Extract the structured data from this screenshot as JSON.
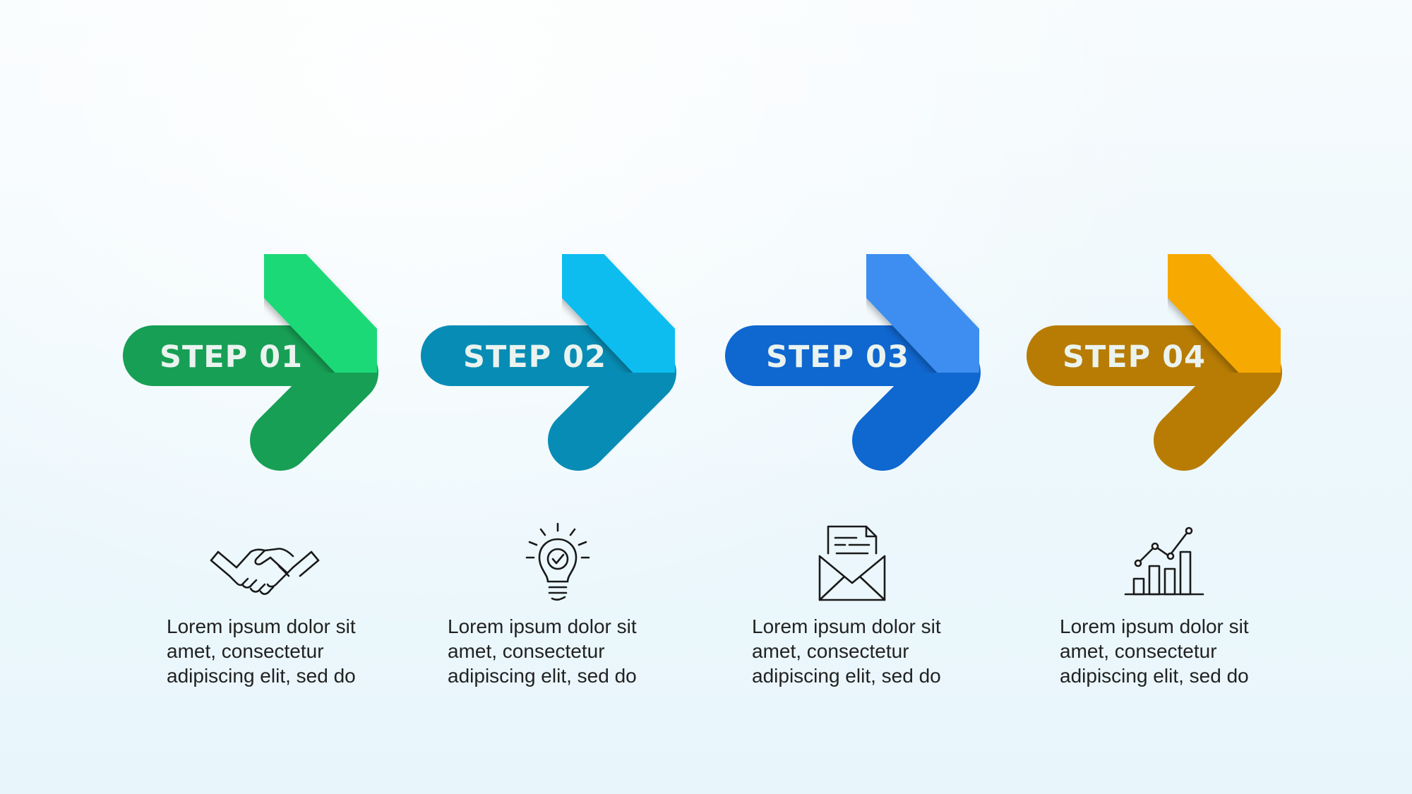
{
  "steps": [
    {
      "label": "STEP 01",
      "icon": "handshake-icon",
      "description": "Lorem ipsum dolor sit amet, consectetur adipiscing elit, sed do",
      "colors": {
        "light": "#1ed977",
        "dark": "#17a055"
      }
    },
    {
      "label": "STEP 02",
      "icon": "lightbulb-icon",
      "description": "Lorem ipsum dolor sit amet, consectetur adipiscing elit, sed do",
      "colors": {
        "light": "#0cbdf0",
        "dark": "#078db5"
      }
    },
    {
      "label": "STEP 03",
      "icon": "envelope-letter-icon",
      "description": "Lorem ipsum dolor sit amet, consectetur adipiscing elit, sed do",
      "colors": {
        "light": "#3d8ef0",
        "dark": "#0f67d0"
      }
    },
    {
      "label": "STEP 04",
      "icon": "bar-chart-growth-icon",
      "description": "Lorem ipsum dolor sit amet, consectetur adipiscing elit, sed do",
      "colors": {
        "light": "#f6a904",
        "dark": "#b87c04"
      }
    }
  ]
}
